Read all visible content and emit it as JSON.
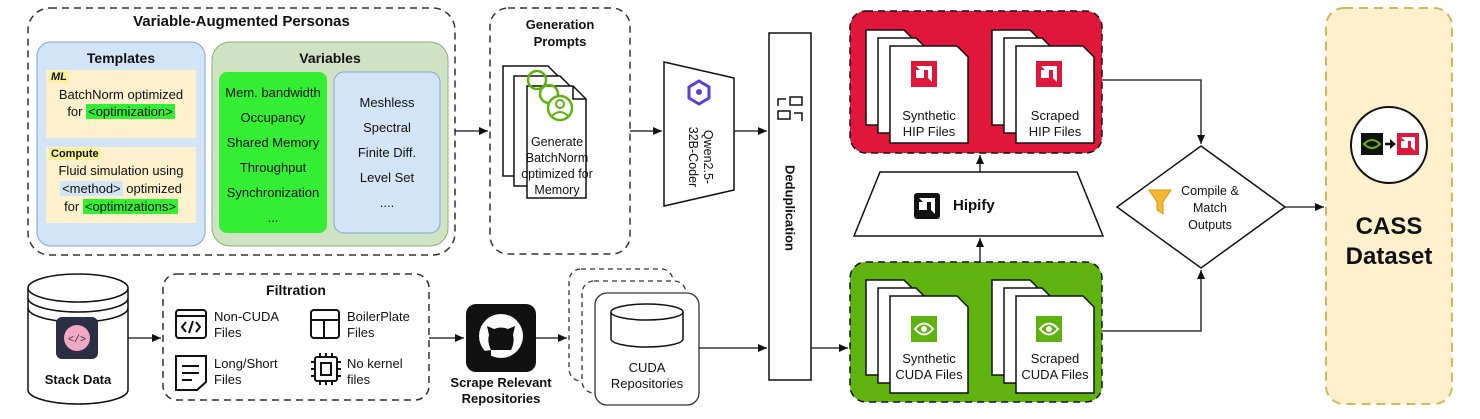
{
  "personas": {
    "title": "Variable-Augmented Personas",
    "templates_title": "Templates",
    "ml_tag": "ML",
    "ml_text_1": "BatchNorm optimized",
    "ml_text_2": "for",
    "ml_text_3": "<optimization>",
    "compute_tag": "Compute",
    "compute_text_1": "Fluid simulation using",
    "compute_text_2": "<method>",
    "compute_text_3": "optimized",
    "compute_text_4": "for",
    "compute_text_5": "<optimizations>",
    "variables_title": "Variables",
    "opt_vars": [
      "Mem. bandwidth",
      "Occupancy",
      "Shared Memory",
      "Throughput",
      "Synchronization",
      "..."
    ],
    "method_vars": [
      "Meshless",
      "Spectral",
      "Finite Diff.",
      "Level Set",
      "...."
    ]
  },
  "prompts": {
    "title_1": "Generation",
    "title_2": "Prompts",
    "doc_lines": [
      "Generate",
      "BatchNorm",
      "optimized for",
      "Memory"
    ]
  },
  "model": {
    "label_1": "Qwen2.5-",
    "label_2": "32B-Coder"
  },
  "dedup": {
    "label": "Deduplication"
  },
  "hip": {
    "synthetic_1": "Synthetic",
    "synthetic_2": "HIP Files",
    "scraped_1": "Scraped",
    "scraped_2": "HIP Files"
  },
  "hipify": {
    "label": "Hipify"
  },
  "cuda": {
    "synthetic_1": "Synthetic",
    "synthetic_2": "CUDA Files",
    "scraped_1": "Scraped",
    "scraped_2": "CUDA Files"
  },
  "compile": {
    "line_1": "Compile &",
    "line_2": "Match",
    "line_3": "Outputs"
  },
  "dataset": {
    "line_1": "CASS",
    "line_2": "Dataset"
  },
  "stack": {
    "label": "Stack Data"
  },
  "filtration": {
    "title": "Filtration",
    "items": [
      {
        "l1": "Non-CUDA",
        "l2": "Files"
      },
      {
        "l1": "BoilerPlate",
        "l2": "Files"
      },
      {
        "l1": "Long/Short",
        "l2": "Files"
      },
      {
        "l1": "No kernel",
        "l2": "files"
      }
    ]
  },
  "scrape": {
    "line_1": "Scrape Relevant",
    "line_2": "Repositories"
  },
  "repos": {
    "line_1": "CUDA",
    "line_2": "Repositories"
  },
  "colors": {
    "amd_red": "#e0163a",
    "nvidia_green": "#5fb30f",
    "bright_green": "#33ee33",
    "template_bg": "#fdf0cc",
    "templates_panel": "#d4e4f7",
    "variables_panel": "#cfe3c4",
    "method_panel": "#d4e4f7",
    "dataset_bg": "#fdf0cc",
    "dataset_border": "#d6b656"
  }
}
